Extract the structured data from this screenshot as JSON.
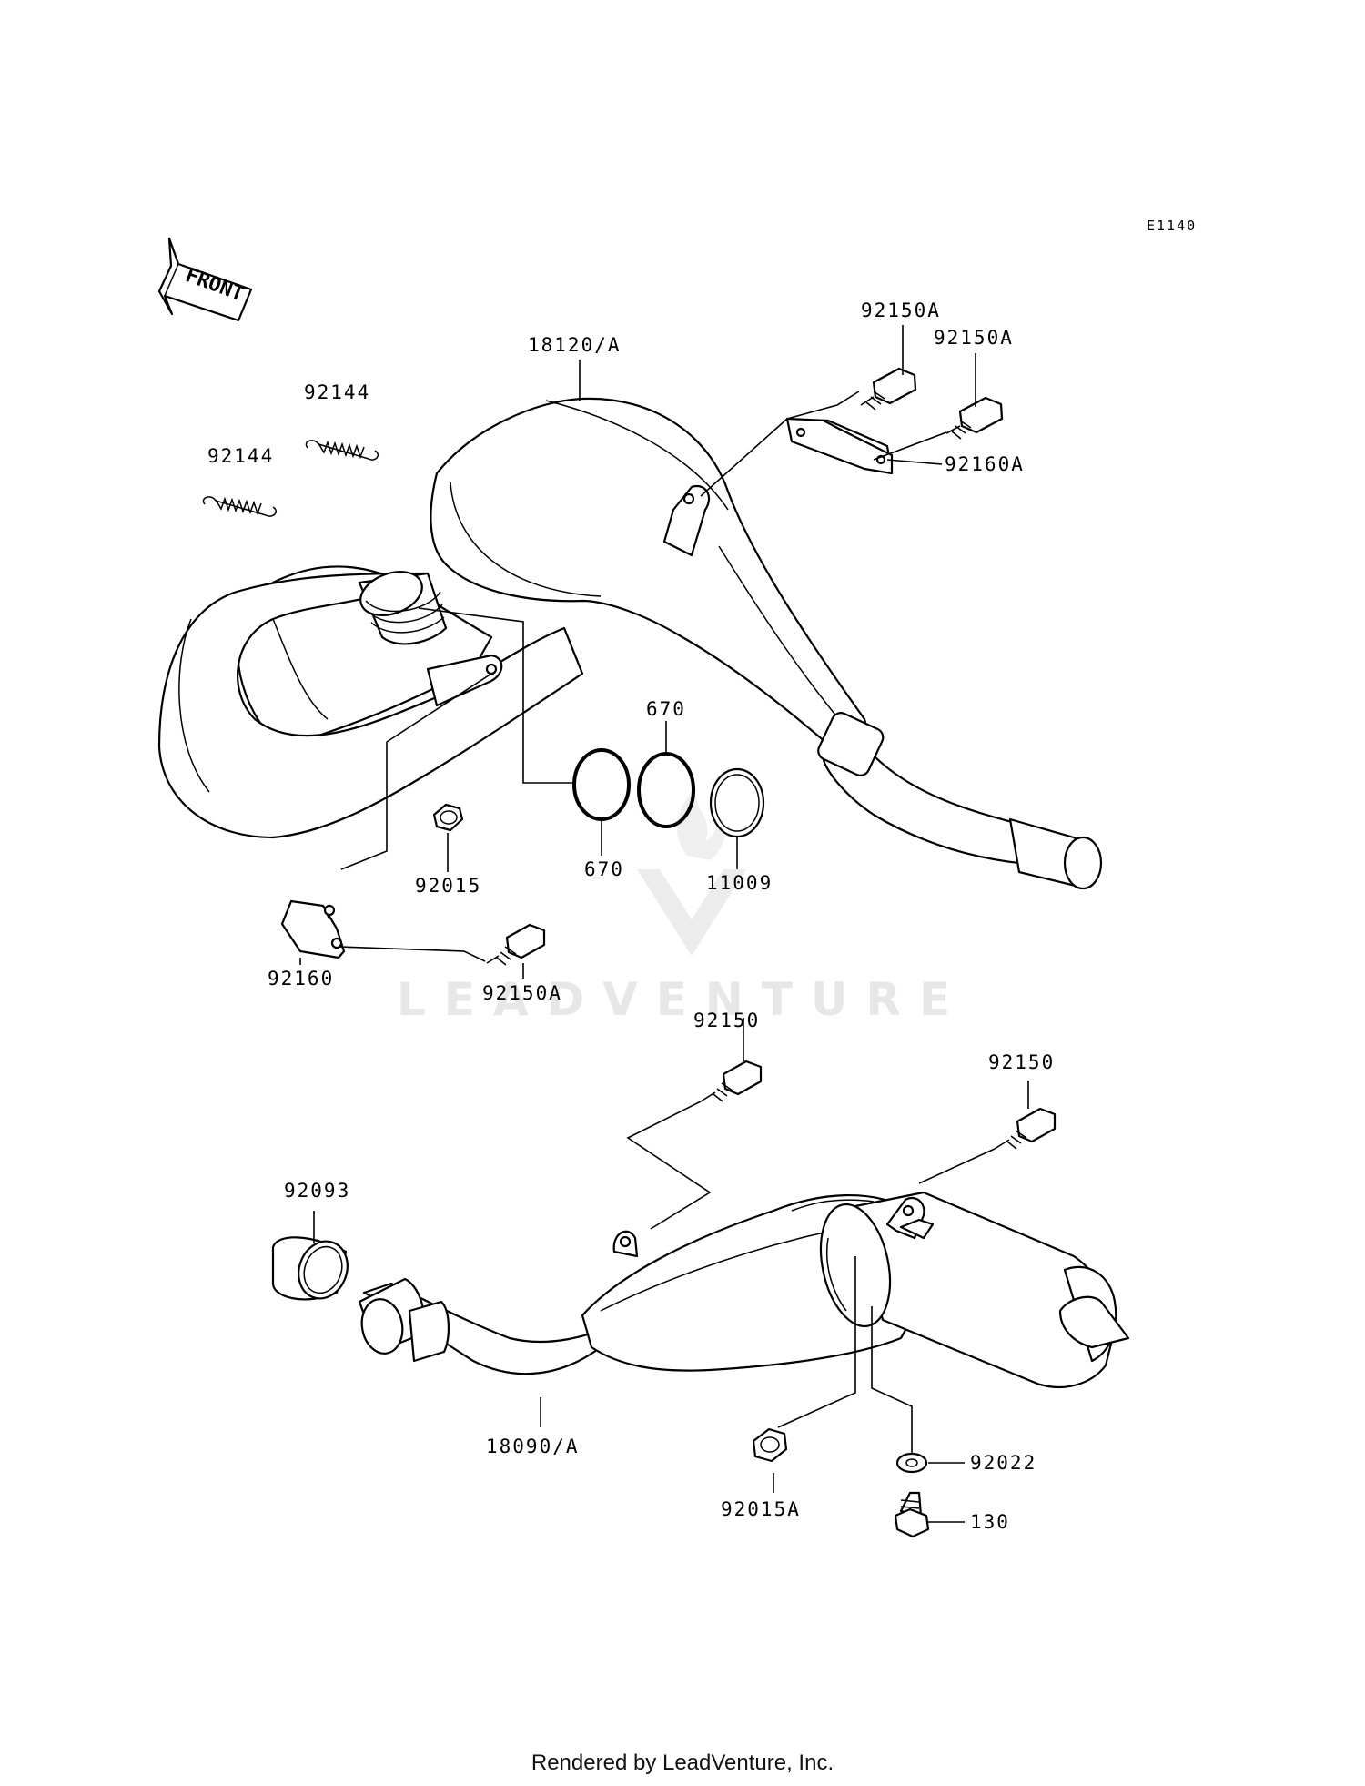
{
  "diagram": {
    "code": "E1140",
    "orientation_label": "FRONT",
    "watermark": "LEADVENTURE",
    "footer": "Rendered by LeadVenture, Inc."
  },
  "callouts": {
    "c18120A": "18120/A",
    "c92150A_1": "92150A",
    "c92150A_2": "92150A",
    "c92160A": "92160A",
    "c92144_1": "92144",
    "c92144_2": "92144",
    "c670_1": "670",
    "c670_2": "670",
    "c11009": "11009",
    "c92015": "92015",
    "c92160": "92160",
    "c92150A_3": "92150A",
    "c92150_1": "92150",
    "c92150_2": "92150",
    "c92093": "92093",
    "c18090A": "18090/A",
    "c92015A": "92015A",
    "c92022": "92022",
    "c130": "130"
  }
}
